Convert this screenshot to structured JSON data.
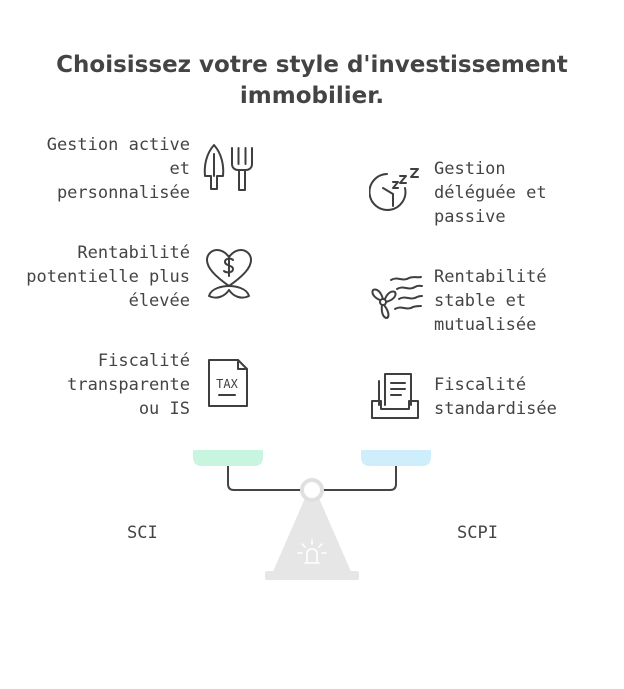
{
  "title": {
    "line1": "Choisissez votre style d'investissement",
    "line2": "immobilier."
  },
  "left_items": [
    {
      "lines": [
        "Gestion active",
        "et",
        "personnalisée"
      ],
      "icon": "garden-tools-icon"
    },
    {
      "lines": [
        "Rentabilité",
        "potentielle plus",
        "élevée"
      ],
      "icon": "money-heart-plant-icon"
    },
    {
      "lines": [
        "Fiscalité",
        "transparente",
        "ou IS"
      ],
      "icon": "tax-document-icon"
    }
  ],
  "right_items": [
    {
      "lines": [
        "Gestion",
        "déléguée et",
        "passive"
      ],
      "icon": "sleeping-clock-icon"
    },
    {
      "lines": [
        "Rentabilité",
        "stable et",
        "mutualisée"
      ],
      "icon": "fan-breeze-icon"
    },
    {
      "lines": [
        "Fiscalité",
        "standardisée"
      ],
      "icon": "document-tray-icon"
    }
  ],
  "scale": {
    "left_label": "SCI",
    "right_label": "SCPI",
    "left_pan_color": "#c8f5e0",
    "right_pan_color": "#cdeefa",
    "base_color": "#e6e6e6"
  }
}
